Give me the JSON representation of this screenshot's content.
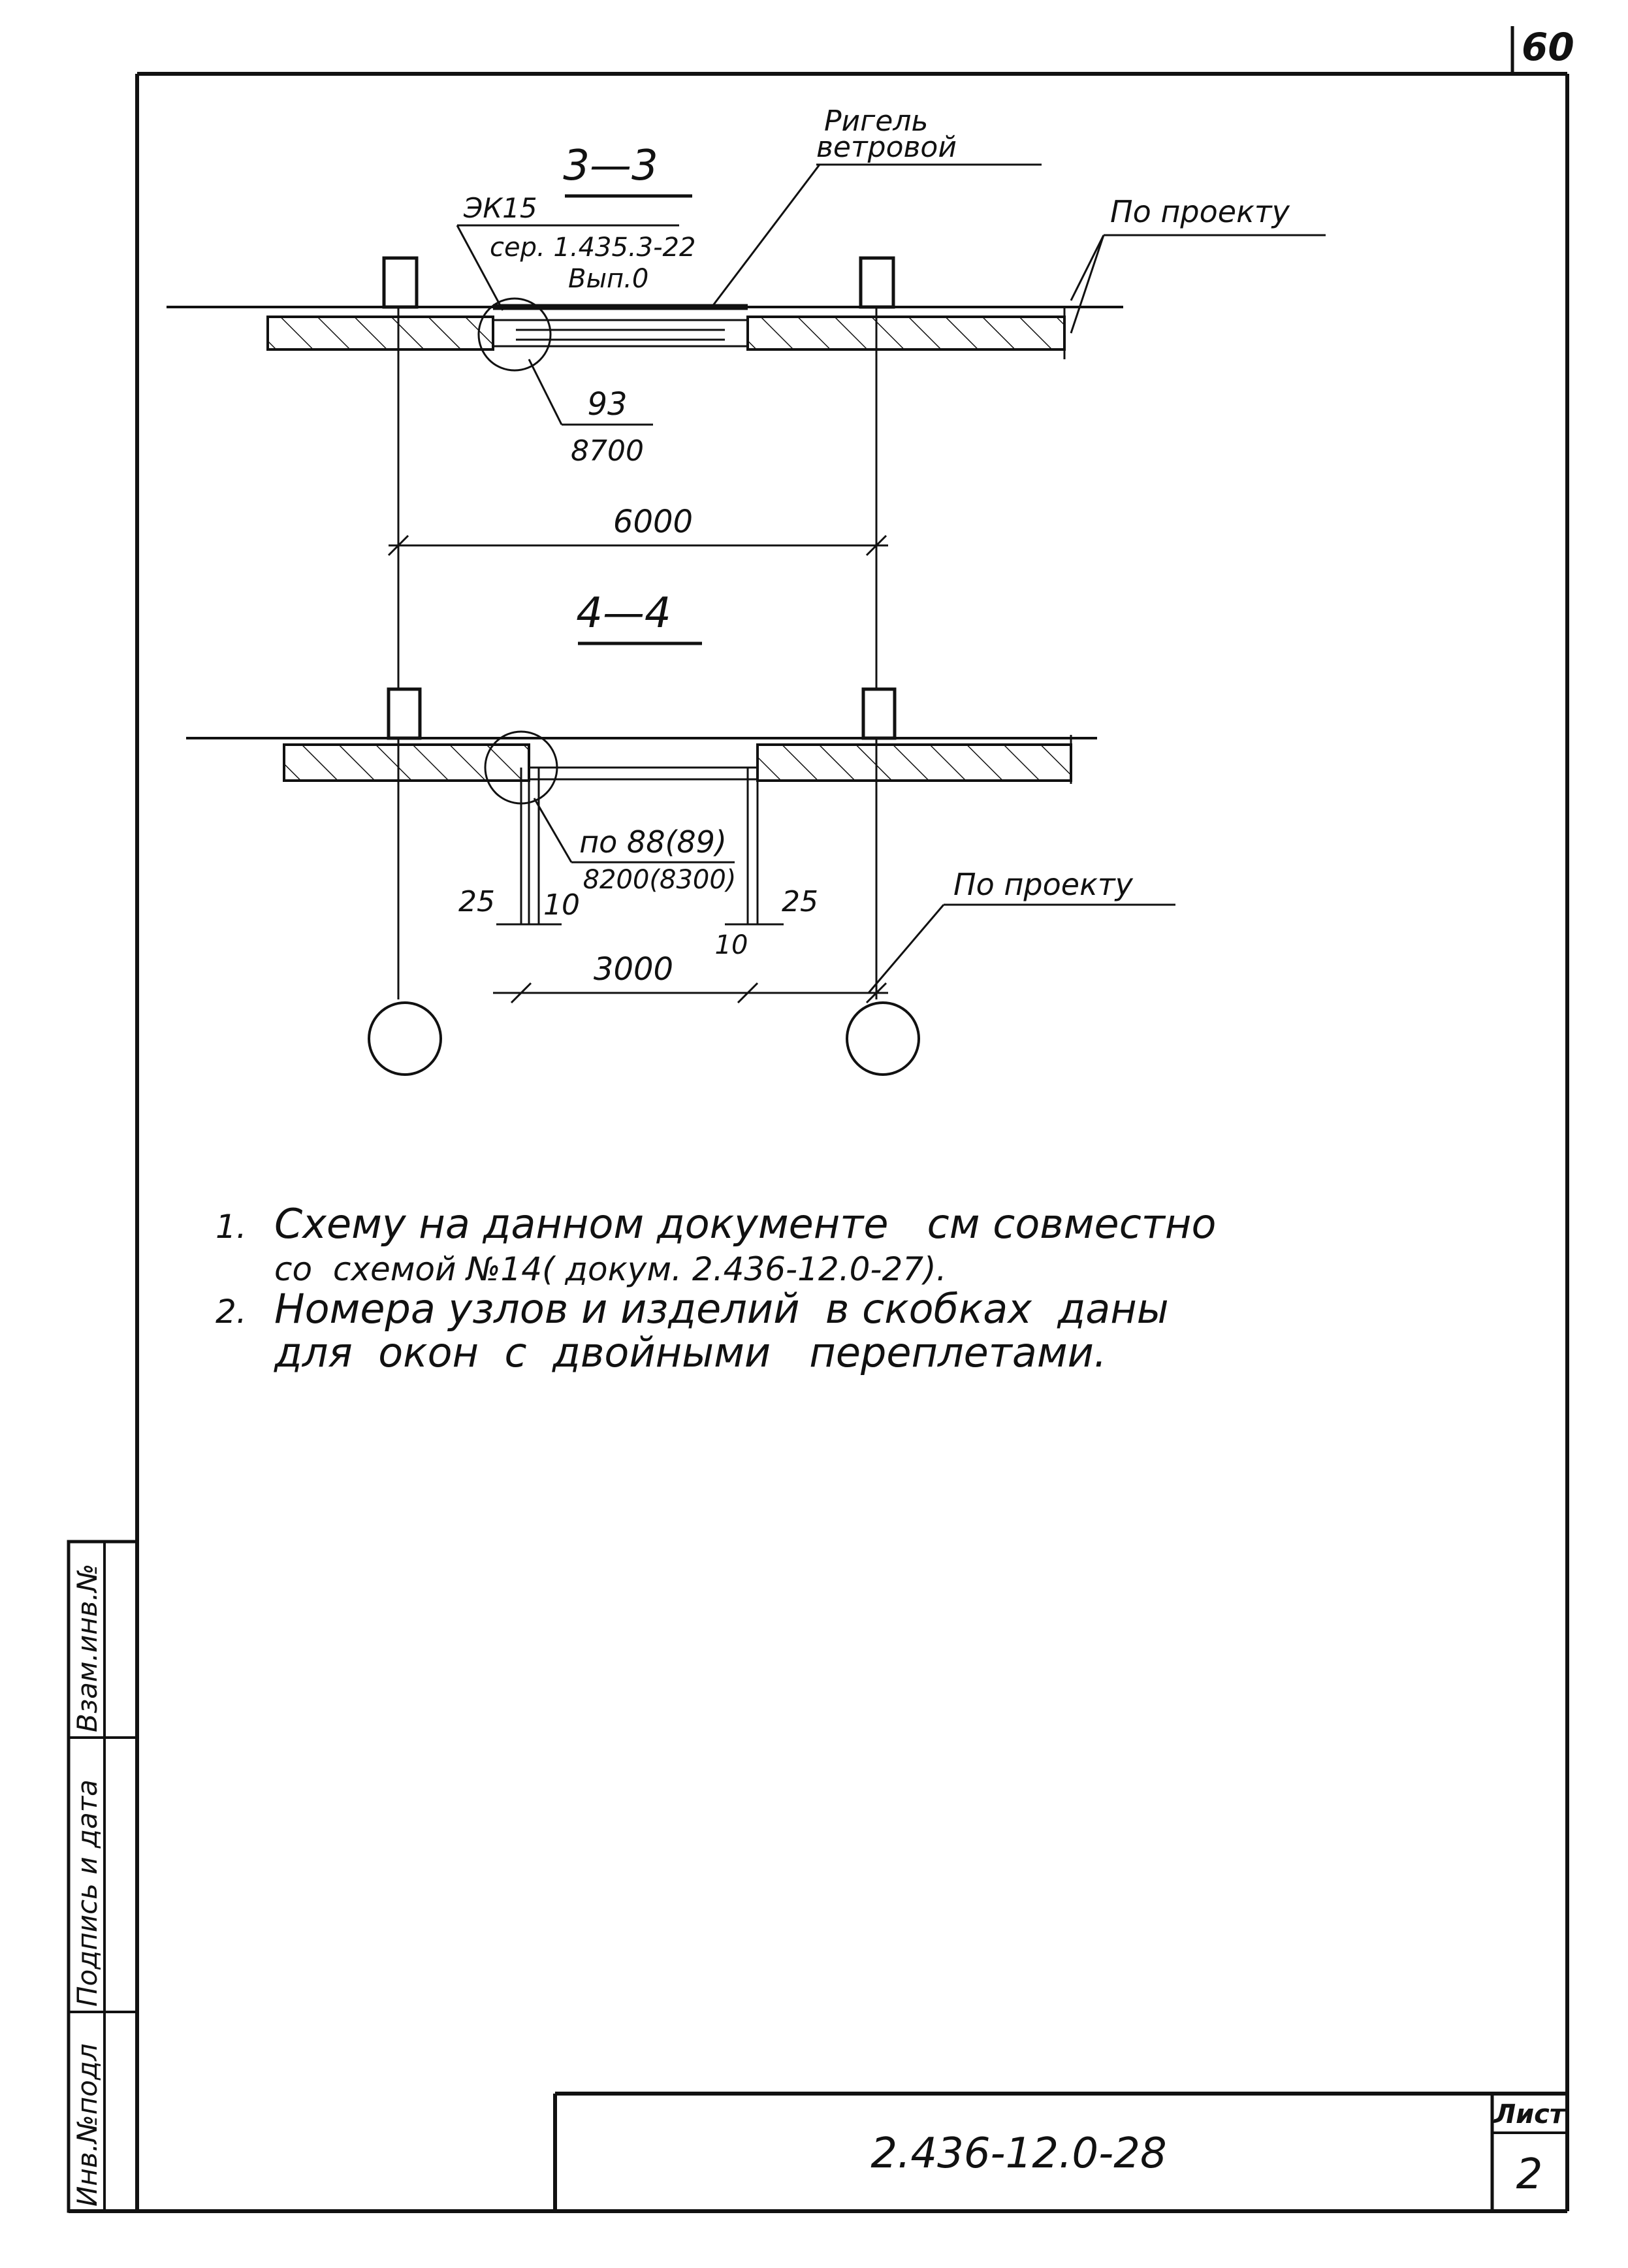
{
  "sheet": {
    "corner_number": "60",
    "designation": "2.436-12.0-28",
    "sheet_label": "Лист",
    "sheet_number": "2"
  },
  "side_stamp": {
    "inv_podl": "Инв.№подл",
    "podpis_data": "Подпись и дата",
    "vzam_inv": "Взам.инв.№"
  },
  "section_3_3": {
    "title": "3—3",
    "rigel_line1": "Ригель",
    "rigel_line2": "ветровой",
    "element": "ЭК15",
    "series": "сер. 1.435.3-22",
    "issue": "Вып.0",
    "project_ref": "По проекту",
    "node_number": "93",
    "node_ref": "8700",
    "dimension": "6000"
  },
  "section_4_4": {
    "title": "4—4",
    "node_label": "по 88(89)",
    "node_ref": "8200(8300)",
    "dim_left_25": "25",
    "dim_left_10": "10",
    "dim_right_25": "25",
    "dim_right_10": "10",
    "dimension": "3000",
    "project_ref": "По проекту"
  },
  "notes": [
    {
      "num": "1.",
      "line1": "Схему на данном документе   см совместно",
      "line2": "со  схемой №14( докум. 2.436-12.0-27)."
    },
    {
      "num": "2.",
      "line1": "Номера узлов и изделий  в скобках  даны",
      "line2": "для  окон  с  двойными   переплетами."
    }
  ]
}
